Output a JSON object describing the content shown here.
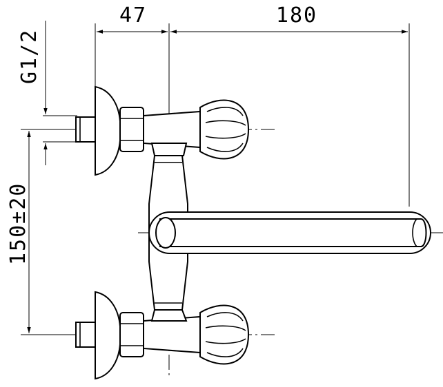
{
  "drawing": {
    "dimensions": {
      "offset_width": "47",
      "spout_length": "180",
      "thread": "G1/2",
      "center_distance": "150±20"
    }
  }
}
